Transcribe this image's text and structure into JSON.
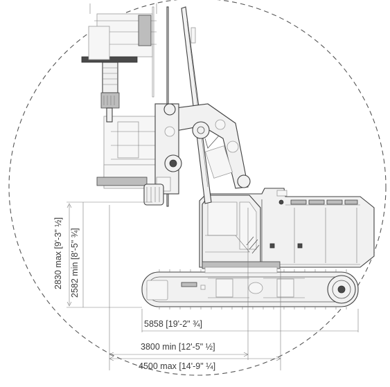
{
  "dimensions": {
    "height_max": "2830 max [9'-3\" ½]",
    "height_min": "2582 min [8'-5\" ¾]",
    "tail_swing": "5858 [19'-2\" ¾]",
    "reach_min": "3800 min [12'-5\" ½]",
    "reach_max": "4500 max [14'-9\" ¼]"
  },
  "colors": {
    "line": "#3f3f3f",
    "fill": "#f1f1f1",
    "dashed_circle": "#555555",
    "text": "#3a3a3a"
  }
}
